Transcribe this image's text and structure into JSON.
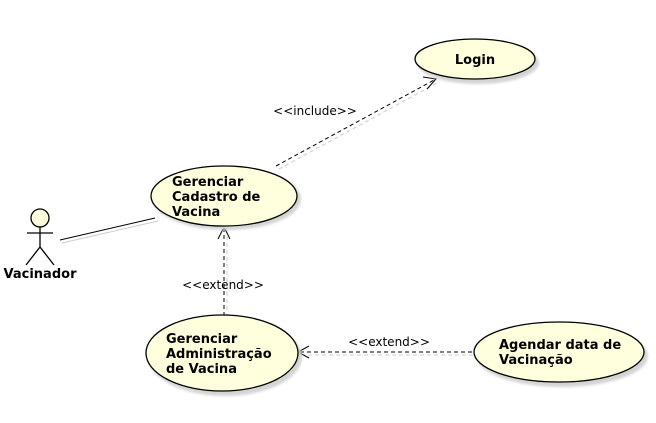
{
  "actors": [
    {
      "id": "vacinador",
      "label": "Vacinador"
    }
  ],
  "use_cases": [
    {
      "id": "login",
      "lines": [
        "Login"
      ]
    },
    {
      "id": "gerenciar-cadastro",
      "lines": [
        "Gerenciar",
        "Cadastro de",
        "Vacina"
      ]
    },
    {
      "id": "gerenciar-administracao",
      "lines": [
        "Gerenciar",
        "Administração",
        "de Vacina"
      ]
    },
    {
      "id": "agendar-data",
      "lines": [
        "Agendar data de",
        "Vacinação"
      ]
    }
  ],
  "relationships": [
    {
      "id": "include-login",
      "type": "include",
      "label": "<<include>>",
      "from": "gerenciar-cadastro",
      "to": "login"
    },
    {
      "id": "extend-cadastro",
      "type": "extend",
      "label": "<<extend>>",
      "from": "gerenciar-administracao",
      "to": "gerenciar-cadastro"
    },
    {
      "id": "extend-administracao",
      "type": "extend",
      "label": "<<extend>>",
      "from": "agendar-data",
      "to": "gerenciar-administracao"
    },
    {
      "id": "assoc-vacinador",
      "type": "association",
      "label": "",
      "from": "vacinador",
      "to": "gerenciar-cadastro"
    }
  ],
  "colors": {
    "use_case_fill": "#ffffdd",
    "use_case_shadow": "#d4d4d4",
    "stroke": "#000000"
  }
}
